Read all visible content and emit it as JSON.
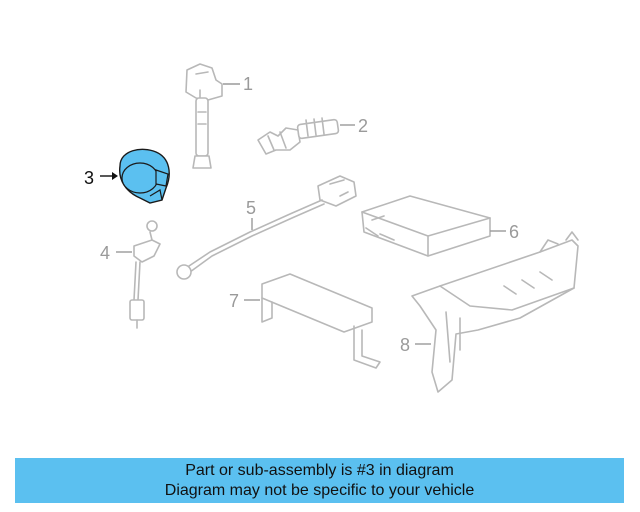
{
  "diagram": {
    "highlighted_part": "3",
    "highlight_color": "#5bc0f0",
    "callouts": [
      "1",
      "2",
      "3",
      "4",
      "5",
      "6",
      "7",
      "8"
    ]
  },
  "banner": {
    "line1": "Part or sub-assembly is #3 in diagram",
    "line2": "Diagram may not be specific to your vehicle",
    "background": "#5bc0f0"
  }
}
